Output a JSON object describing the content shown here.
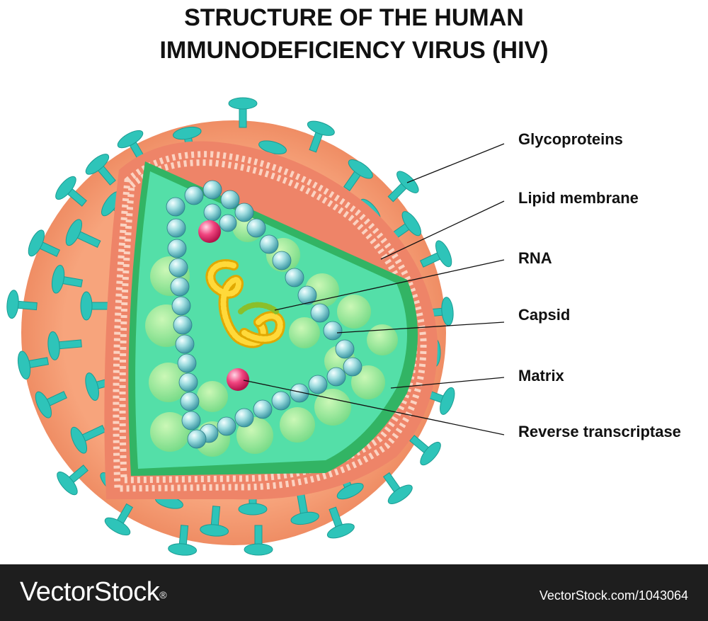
{
  "title": {
    "line1": "STRUCTURE OF THE HUMAN",
    "line2": "IMMUNODEFICIENCY VIRUS (HIV)"
  },
  "labels": {
    "glycoproteins": "Glycoproteins",
    "lipid_membrane": "Lipid membrane",
    "rna": "RNA",
    "capsid": "Capsid",
    "matrix": "Matrix",
    "reverse_transcriptase": "Reverse transcriptase"
  },
  "footer": {
    "brand": "VectorStock",
    "brand_mark": "®",
    "credit": "VectorStock.com/1043064"
  },
  "colors": {
    "envelope": "#f59a72",
    "membrane": "#ee8468",
    "membrane_dots": "#fbd3c2",
    "glycoprotein": "#2ec4b9",
    "matrix": "#32b464",
    "inner_core": "#54dfa8",
    "capsid_spheres": "#7fc9cf",
    "rna": "#f2c200",
    "reverse_transcriptase": "#ec2f6f",
    "footer_bg": "#1e1e1e"
  }
}
